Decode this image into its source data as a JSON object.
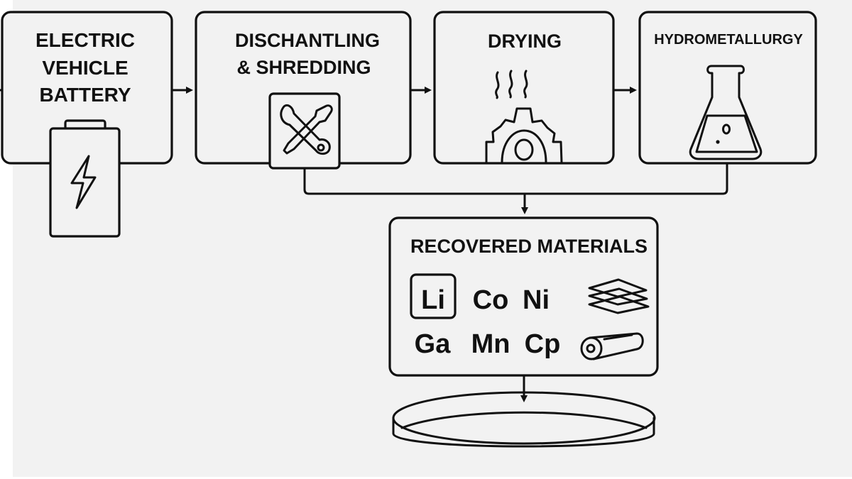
{
  "diagram": {
    "title": "EV battery recycling process",
    "steps": [
      {
        "id": "battery",
        "lines": [
          "ELECTRIC",
          "VEHICLE",
          "BATTERY"
        ],
        "icon": "battery-icon"
      },
      {
        "id": "dismantling",
        "lines": [
          "DISCHANTLING",
          "& SHREDDING"
        ],
        "icon": "tools-icon"
      },
      {
        "id": "drying",
        "lines": [
          "DRYING"
        ],
        "icon": "heat-gear-icon"
      },
      {
        "id": "hydrometallurgy",
        "lines": [
          "HYDROMETALLURGY"
        ],
        "icon": "flask-icon"
      }
    ],
    "recovered": {
      "title": "RECOVERED MATERIALS",
      "row1": [
        "Li",
        "Co",
        "Ni"
      ],
      "row2": [
        "Ga",
        "Mn",
        "Cp"
      ],
      "icons": [
        "layers-icon",
        "roll-icon"
      ]
    },
    "output": {
      "icon": "tray-icon"
    },
    "flow": [
      "battery -> dismantling",
      "dismantling -> drying",
      "drying -> hydrometallurgy",
      "dismantling + hydrometallurgy -> recovered",
      "recovered -> tray"
    ],
    "colors": {
      "stroke": "#111111",
      "background": "#f2f2f2"
    }
  }
}
